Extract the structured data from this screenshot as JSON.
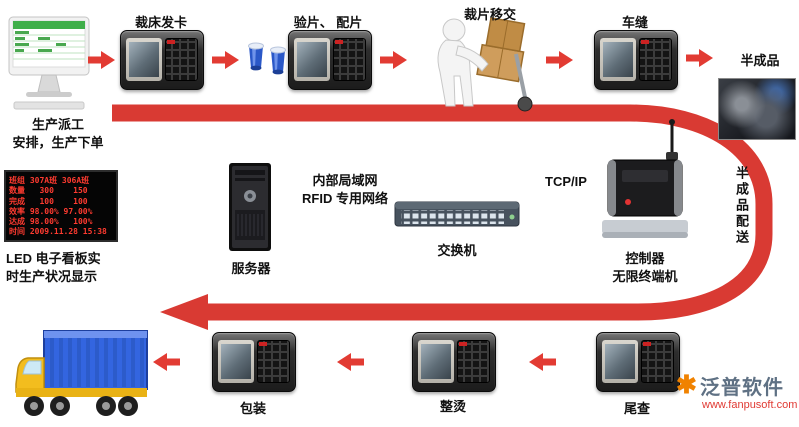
{
  "dispatch": {
    "line1": "生产派工",
    "line2": "安排，生产下单"
  },
  "stations": {
    "cutting_card": "裁床发卡",
    "inspect_match": "验片、 配片",
    "piece_transfer": "裁片移交",
    "sewing": "车缝",
    "semi_finished": "半成品",
    "tail_check": "尾查",
    "ironing": "整烫",
    "packing": "包装"
  },
  "delivery_label": "半成品配送",
  "led_board": {
    "rows": [
      "班组 307A班 306A班",
      "数量   300    150",
      "完成   100    100",
      "效率 98.00% 97.00%",
      "达成 98.00%   100%",
      "时间 2009.11.28 15:38"
    ],
    "caption_line1": "LED 电子看板实",
    "caption_line2": "时生产状况显示"
  },
  "infrastructure": {
    "server_label": "服务器",
    "network_line1": "内部局域网",
    "network_line2": "RFID 专用网络",
    "switch_label": "交换机",
    "protocol_label": "TCP/IP",
    "controller_line1": "控制器",
    "controller_line2": "无限终端机"
  },
  "footer": {
    "brand": "泛普软件",
    "url": "www.fanpusoft.com"
  },
  "colors": {
    "flow_arrow": "#d93a33",
    "led_text": "#ff3b30",
    "brand_orange": "#f08200",
    "url_red": "#e03a33"
  }
}
